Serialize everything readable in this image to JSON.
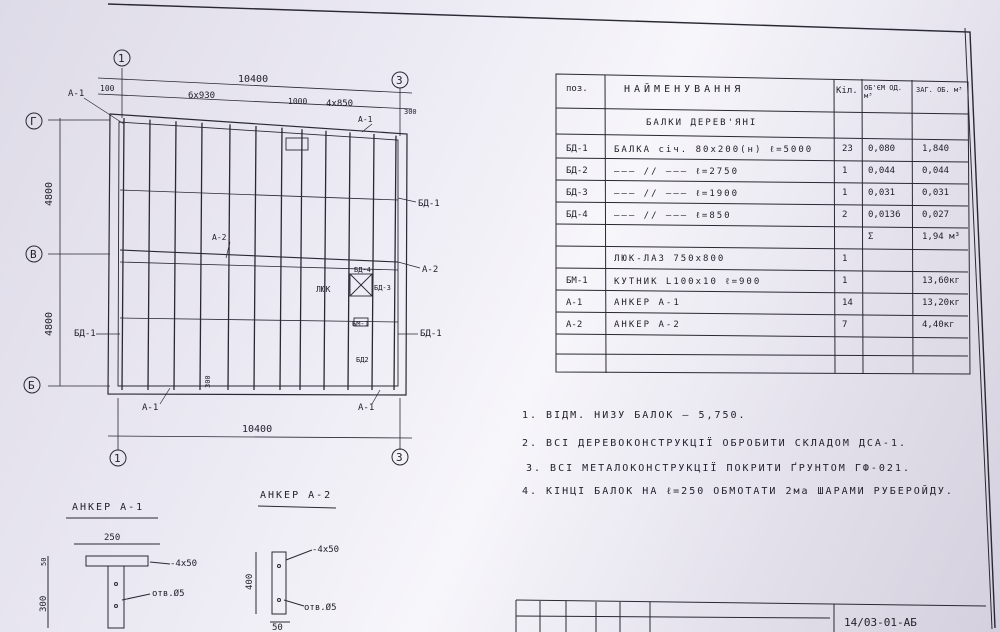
{
  "plan": {
    "axis_1": "1",
    "axis_3": "3",
    "axis_g": "Г",
    "axis_v": "В",
    "axis_b": "Б",
    "dim_total_top": "10400",
    "dim_total_bottom": "10400",
    "dim_left_100": "100",
    "dim_spacing_a": "6x930",
    "dim_mid_1000": "1000",
    "dim_spacing_b": "4x850",
    "dim_right_300": "300",
    "dim_4800_top": "4800",
    "dim_4800_bottom": "4800",
    "dim_300": "300",
    "label_a1_topleft": "А-1",
    "label_a1_top": "А-1",
    "label_a1_bottom_left": "А-1",
    "label_a1_bottom_right": "А-1",
    "label_a2_mid": "А-2",
    "label_a2_right": "А-2",
    "label_bd1_right_top": "БД-1",
    "label_bd1_left": "БД-1",
    "label_bd1_right": "БД-1",
    "label_lyuk": "ЛЮК",
    "label_bd4": "БД-4",
    "label_bd3": "БД-3",
    "label_bm1": "БМ-1",
    "label_bd2": "БД2"
  },
  "spec_table": {
    "headers": {
      "pos": "поз.",
      "name": "НАЙМЕНУВАННЯ",
      "qty": "Кіл.",
      "vol_one": "ОБ'ЄМ ОД. м³",
      "vol_total": "ЗАГ. ОБ. м³"
    },
    "section_title": "БАЛКИ ДЕРЕВ'ЯНІ",
    "rows": [
      {
        "pos": "БД-1",
        "name": "БАЛКА січ. 80x200(н) ℓ=5000",
        "qty": "23",
        "vol": "0,080",
        "total": "1,840"
      },
      {
        "pos": "БД-2",
        "name": "——— // ———  ℓ=2750",
        "qty": "1",
        "vol": "0,044",
        "total": "0,044"
      },
      {
        "pos": "БД-3",
        "name": "——— // ———  ℓ=1900",
        "qty": "1",
        "vol": "0,031",
        "total": "0,031"
      },
      {
        "pos": "БД-4",
        "name": "——— // ———  ℓ=850",
        "qty": "2",
        "vol": "0,0136",
        "total": "0,027"
      },
      {
        "pos": "",
        "name": "",
        "qty": "",
        "vol": "Σ",
        "total": "1,94 м³"
      },
      {
        "pos": "",
        "name": "ЛЮК-ЛАЗ 750x800",
        "qty": "1",
        "vol": "",
        "total": ""
      },
      {
        "pos": "БМ-1",
        "name": "КУТНИК L100x10  ℓ=900",
        "qty": "1",
        "vol": "",
        "total": "13,60кг"
      },
      {
        "pos": "А-1",
        "name": "АНКЕР А-1",
        "qty": "14",
        "vol": "",
        "total": "13,20кг"
      },
      {
        "pos": "А-2",
        "name": "АНКЕР А-2",
        "qty": "7",
        "vol": "",
        "total": "4,40кг"
      },
      {
        "pos": "",
        "name": "",
        "qty": "",
        "vol": "",
        "total": ""
      }
    ]
  },
  "notes": [
    "1. ВІДМ. НИЗУ БАЛОК — 5,750.",
    "2. ВСІ ДЕРЕВОКОНСТРУКЦІЇ ОБРОБИТИ СКЛАДОМ ДСА-1.",
    "3. ВСІ МЕТАЛОКОНСТРУКЦІЇ ПОКРИТИ ҐРУНТОМ ГФ-021.",
    "4. КІНЦІ БАЛОК НА ℓ=250 ОБМОТАТИ 2ма ШАРАМИ РУБЕРОЙДУ."
  ],
  "anchor_a1": {
    "title": "АНКЕР А-1",
    "dim_250": "250",
    "dim_50": "50",
    "dim_300": "300",
    "strip": "-4x50",
    "hole": "отв.Ø5"
  },
  "anchor_a2": {
    "title": "АНКЕР А-2",
    "dim_400": "400",
    "dim_50": "50",
    "strip": "-4x50",
    "hole": "отв.Ø5"
  },
  "title_block": {
    "code": "14/03-01-АБ"
  }
}
